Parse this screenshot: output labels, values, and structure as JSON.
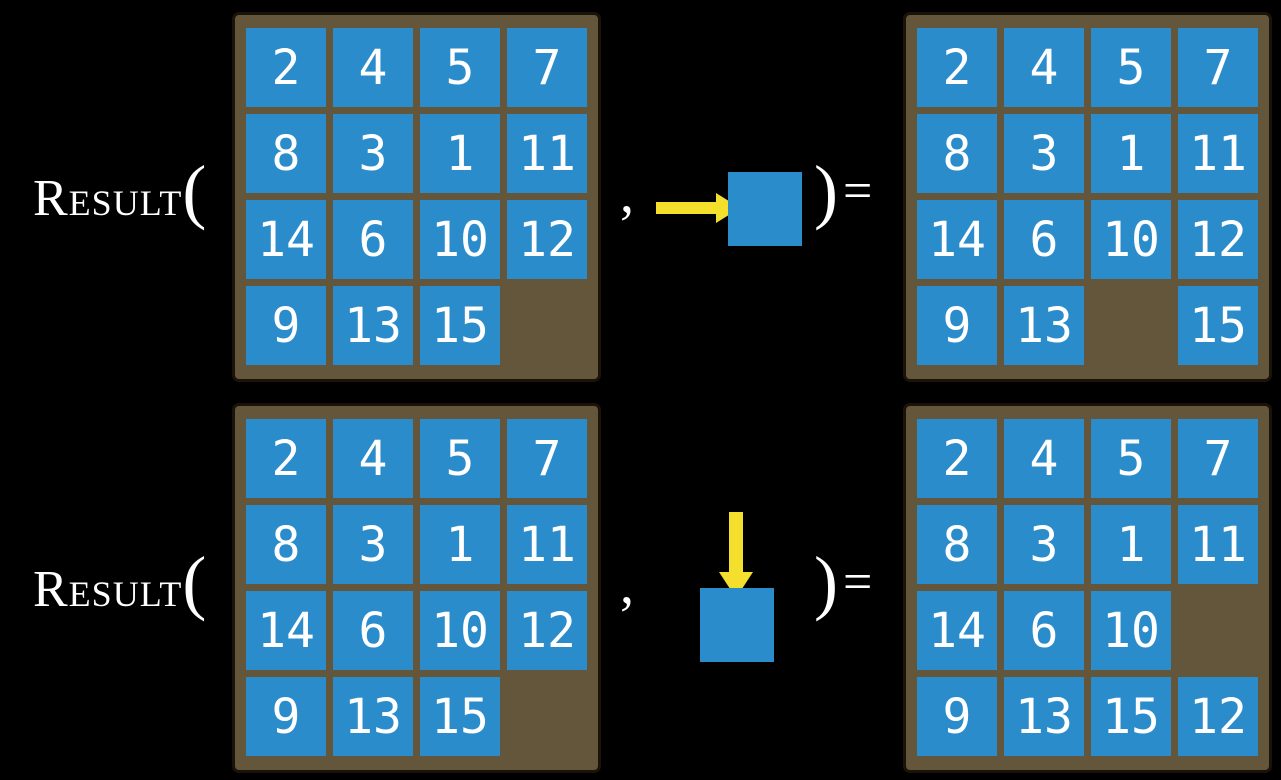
{
  "equation": {
    "function_name": "Result",
    "open_paren": "(",
    "comma": ",",
    "close_paren": ")",
    "equals_sign": "="
  },
  "colors": {
    "background": "#000000",
    "tile_blue": "#2b8ccb",
    "board_brown": "#64563a",
    "board_border": "#1a130a",
    "arrow_yellow": "#f4e02c",
    "number_white": "#ffffff"
  },
  "rows": [
    {
      "move_direction": "right",
      "action_icon": "right-arrow-into-tile",
      "input_grid": [
        [
          2,
          4,
          5,
          7
        ],
        [
          8,
          3,
          1,
          11
        ],
        [
          14,
          6,
          10,
          12
        ],
        [
          9,
          13,
          15,
          null
        ]
      ],
      "output_grid": [
        [
          2,
          4,
          5,
          7
        ],
        [
          8,
          3,
          1,
          11
        ],
        [
          14,
          6,
          10,
          12
        ],
        [
          9,
          13,
          null,
          15
        ]
      ]
    },
    {
      "move_direction": "down",
      "action_icon": "down-arrow-into-tile",
      "input_grid": [
        [
          2,
          4,
          5,
          7
        ],
        [
          8,
          3,
          1,
          11
        ],
        [
          14,
          6,
          10,
          12
        ],
        [
          9,
          13,
          15,
          null
        ]
      ],
      "output_grid": [
        [
          2,
          4,
          5,
          7
        ],
        [
          8,
          3,
          1,
          11
        ],
        [
          14,
          6,
          10,
          null
        ],
        [
          9,
          13,
          15,
          12
        ]
      ]
    }
  ]
}
